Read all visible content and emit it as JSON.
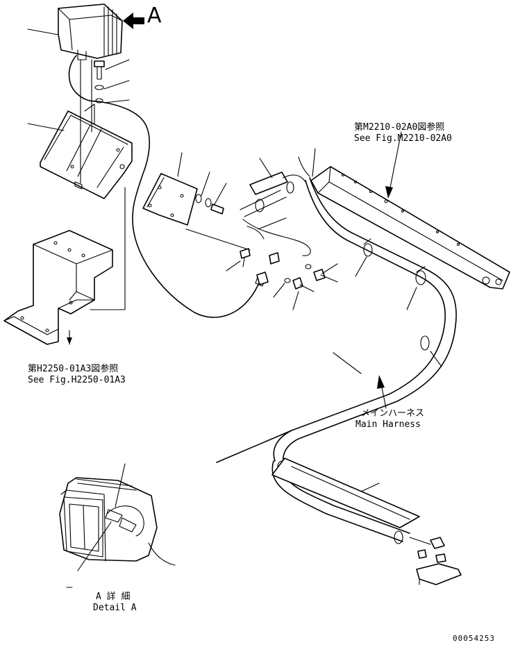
{
  "view_label": "A",
  "ref_frame": {
    "jp": "第M2210-02A0図参照",
    "en": "See Fig.M2210-02A0"
  },
  "ref_bracket": {
    "jp": "第H2250-01A3図参照",
    "en": "See Fig.H2250-01A3"
  },
  "main_harness": {
    "jp": "メインハーネス",
    "en": "Main Harness"
  },
  "detail": {
    "jp": "A 詳 細",
    "en": "Detail A"
  },
  "drawing_number": "00054253"
}
